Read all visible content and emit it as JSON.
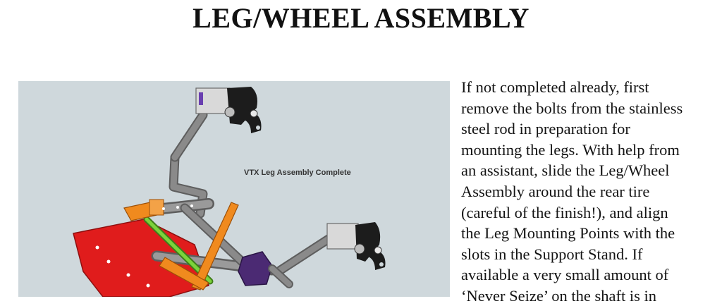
{
  "title": "LEG/WHEEL ASSEMBLY",
  "figure": {
    "caption": "VTX Leg Assembly Complete",
    "colors": {
      "background": "#cfd8dc",
      "rod": "#8a8a8a",
      "rod_dark": "#5e5e5e",
      "plate": "#e01c1c",
      "orange": "#f08a1e",
      "green": "#7bd33a",
      "purple": "#4b2a73",
      "black": "#1c1c1c",
      "silver": "#d9d9d9"
    }
  },
  "body": {
    "lines": [
      "If not completed already, first",
      "remove the bolts from the stainless",
      "steel rod in preparation for",
      "mounting the legs. With help from",
      "an assistant, slide the Leg/Wheel",
      "Assembly around the rear tire",
      "(careful of the finish!), and align",
      "the Leg Mounting Points with the",
      "slots in the Support Stand.  If",
      "available a very small amount of",
      "‘Never Seize’ on the shaft is in"
    ]
  }
}
